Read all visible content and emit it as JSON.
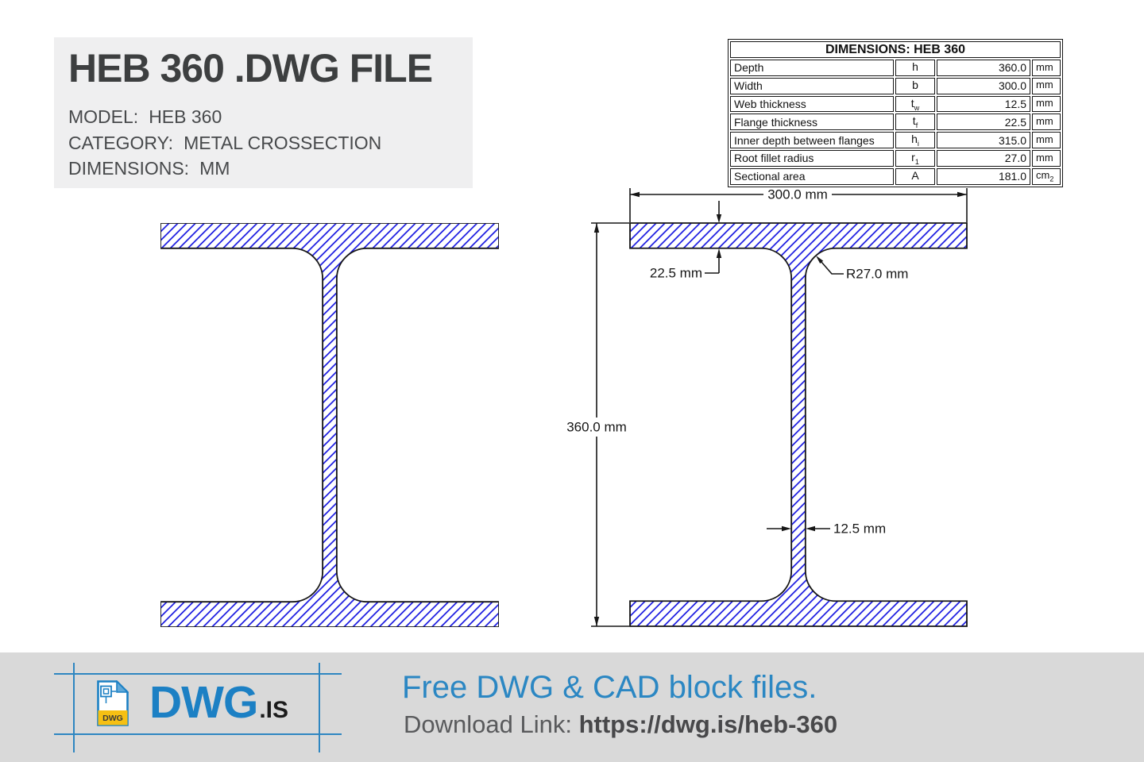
{
  "header": {
    "title": "HEB 360 .DWG FILE",
    "fields": [
      {
        "label": "MODEL:",
        "value": "HEB 360"
      },
      {
        "label": "CATEGORY:",
        "value": "METAL CROSSECTION"
      },
      {
        "label": "DIMENSIONS:",
        "value": "MM"
      }
    ]
  },
  "dimensions_table": {
    "title": "DIMENSIONS: HEB 360",
    "rows": [
      {
        "label": "Depth",
        "symbol": "h",
        "symbol_sub": "",
        "value": "360.0",
        "unit": "mm",
        "unit_sub": ""
      },
      {
        "label": "Width",
        "symbol": "b",
        "symbol_sub": "",
        "value": "300.0",
        "unit": "mm",
        "unit_sub": ""
      },
      {
        "label": "Web thickness",
        "symbol": "t",
        "symbol_sub": "w",
        "value": "12.5",
        "unit": "mm",
        "unit_sub": ""
      },
      {
        "label": "Flange thickness",
        "symbol": "t",
        "symbol_sub": "f",
        "value": "22.5",
        "unit": "mm",
        "unit_sub": ""
      },
      {
        "label": "Inner depth between flanges",
        "symbol": "h",
        "symbol_sub": "i",
        "value": "315.0",
        "unit": "mm",
        "unit_sub": ""
      },
      {
        "label": "Root fillet radius",
        "symbol": "r",
        "symbol_sub": "1",
        "value": "27.0",
        "unit": "mm",
        "unit_sub": ""
      },
      {
        "label": "Sectional area",
        "symbol": "A",
        "symbol_sub": "",
        "value": "181.0",
        "unit": "cm",
        "unit_sub": "2"
      }
    ]
  },
  "drawing": {
    "width_label": "300.0 mm",
    "height_label": "360.0 mm",
    "flange_label": "22.5 mm",
    "radius_label": "R27.0 mm",
    "web_label": "12.5 mm",
    "hatch_color": "#1515e0",
    "outline_color": "#161616"
  },
  "footer": {
    "logo_badge": "DWG",
    "logo_main": "DWG",
    "logo_suffix": ".IS",
    "tagline": "Free DWG & CAD block files.",
    "download_label": "Download Link: ",
    "download_url": "https://dwg.is/heb-360",
    "accent_color": "#2b87c3"
  }
}
